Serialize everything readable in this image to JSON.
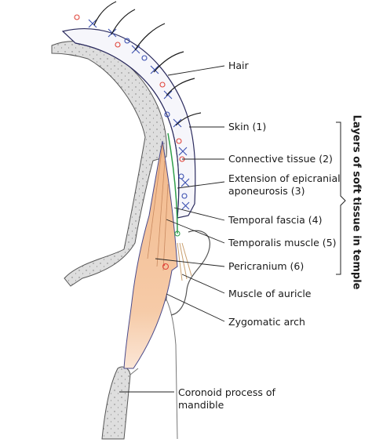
{
  "labels": {
    "hair": "Hair",
    "skin": "Skin (1)",
    "connective_tissue": "Connective tissue (2)",
    "epicranial": "Extension of epicranial aponeurosis (3)",
    "temporal_fascia": "Temporal fascia (4)",
    "temporalis_muscle": "Temporalis muscle (5)",
    "pericranium": "Pericranium (6)",
    "muscle_of_auricle": "Muscle of auricle",
    "zygomatic_arch": "Zygomatic arch",
    "coronoid_process": "Coronoid process of mandible"
  },
  "bracket_title": "Layers of soft tissue in temple",
  "colors": {
    "bone": "#dcdcdc",
    "muscle": "#f3bf95",
    "skin_line": "#2b2b5e",
    "red_dot": "#e0463c",
    "blue_dot": "#3a4fb0",
    "green_line": "#2f9e4a"
  }
}
